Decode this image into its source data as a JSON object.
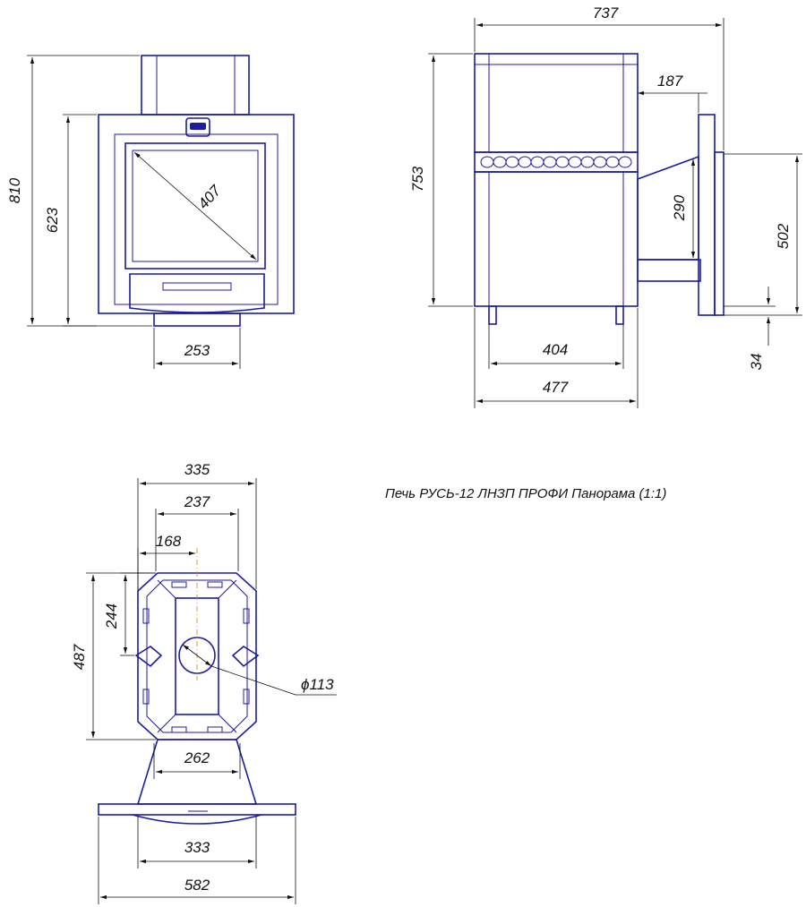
{
  "caption": "Печь РУСЬ-12 ЛНЗП ПРОФИ Панорама (1:1)",
  "front_view": {
    "dims": {
      "total_height": "810",
      "body_height": "623",
      "glass_diagonal": "407",
      "chimney_width": "253"
    }
  },
  "side_view": {
    "dims": {
      "total_width": "737",
      "tunnel_length": "187",
      "total_height": "753",
      "tunnel_height": "290",
      "tunnel_frame_height": "502",
      "tunnel_offset": "34",
      "legs_width": "404",
      "body_width": "477"
    }
  },
  "top_view": {
    "dims": {
      "width_outer": "335",
      "width_inner": "237",
      "pipe_offset": "168",
      "pipe_offset_vertical": "244",
      "depth": "487",
      "pipe_diameter": "ϕ113",
      "tunnel_width": "262",
      "frame_inner": "333",
      "frame_outer": "582"
    }
  },
  "colors": {
    "object_lines": "#1c1c9e",
    "dimension_lines": "#111111",
    "background": "#ffffff"
  }
}
